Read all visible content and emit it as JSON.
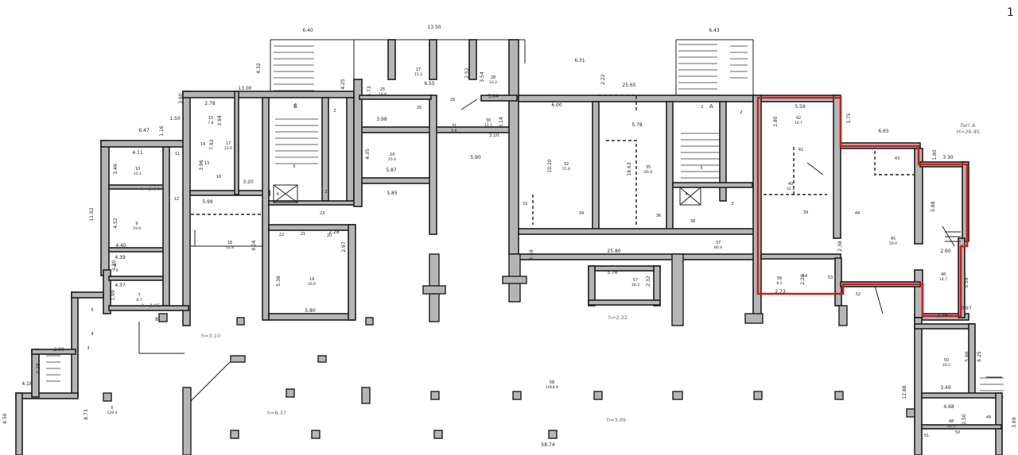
{
  "page": {
    "number": "1"
  },
  "letter_note": {
    "line1": "Лит.А",
    "line2": "H=26.45"
  },
  "stair_labels": [
    "Б",
    "А"
  ],
  "dimensions": [
    {
      "v": "6.40"
    },
    {
      "v": "13.50"
    },
    {
      "v": "6.43"
    },
    {
      "v": "6.31"
    },
    {
      "v": "25.65"
    },
    {
      "v": "4.32"
    },
    {
      "v": "4.25"
    },
    {
      "v": "2.22"
    },
    {
      "v": "5.73"
    },
    {
      "v": "6.55"
    },
    {
      "v": "2.52"
    },
    {
      "v": "3.54"
    },
    {
      "v": "3.04"
    },
    {
      "v": "3.98"
    },
    {
      "v": "3.14"
    },
    {
      "v": "3.10"
    },
    {
      "v": "5.90"
    },
    {
      "v": "6.00"
    },
    {
      "v": "5.78"
    },
    {
      "v": "13.00"
    },
    {
      "v": "3.60"
    },
    {
      "v": "2.78"
    },
    {
      "v": "3.94"
    },
    {
      "v": "1.50"
    },
    {
      "v": "1.16"
    },
    {
      "v": "6.47"
    },
    {
      "v": "4.11"
    },
    {
      "v": "3.49"
    },
    {
      "v": "7.92"
    },
    {
      "v": "3.96"
    },
    {
      "v": "3.20"
    },
    {
      "v": "5.99"
    },
    {
      "v": "4.35"
    },
    {
      "v": "5.87"
    },
    {
      "v": "5.85"
    },
    {
      "v": "10.20"
    },
    {
      "v": "18.63"
    },
    {
      "v": "5.59"
    },
    {
      "v": "2.80"
    },
    {
      "v": "3.75"
    },
    {
      "v": "6.65"
    },
    {
      "v": "1.80"
    },
    {
      "v": "3.30"
    },
    {
      "v": "11.62"
    },
    {
      "v": "4.52"
    },
    {
      "v": "4.40"
    },
    {
      "v": "1.80"
    },
    {
      "v": "4.39"
    },
    {
      "v": "1.99"
    },
    {
      "v": "4.37"
    },
    {
      "v": "9.16"
    },
    {
      "v": "2.28"
    },
    {
      "v": "2.97"
    },
    {
      "v": "5.38"
    },
    {
      "v": "5.80"
    },
    {
      "v": "2.39"
    },
    {
      "v": "25.80"
    },
    {
      "v": "5.76"
    },
    {
      "v": "2.32"
    },
    {
      "v": "2.38"
    },
    {
      "v": "5.88"
    },
    {
      "v": "2.60"
    },
    {
      "v": "5.58"
    },
    {
      "v": "2.73"
    },
    {
      "v": "2.29"
    },
    {
      "v": "0.97"
    },
    {
      "v": "2.76"
    },
    {
      "v": "2.00"
    },
    {
      "v": "3.28"
    },
    {
      "v": "4.18"
    },
    {
      "v": "4.50"
    },
    {
      "v": "8.73"
    },
    {
      "v": "6.25"
    },
    {
      "v": "5.88"
    },
    {
      "v": "3.49"
    },
    {
      "v": "12.88"
    },
    {
      "v": "4.68"
    },
    {
      "v": "2.50"
    },
    {
      "v": "3.69"
    },
    {
      "v": "58.74"
    },
    {
      "v": "8"
    }
  ],
  "heights": [
    {
      "v": "h=2.94"
    },
    {
      "v": "h=3.85"
    },
    {
      "v": "h=3.10"
    },
    {
      "v": "h=6.37"
    },
    {
      "v": "h=2.22"
    },
    {
      "v": "h=3.09"
    }
  ],
  "rooms": [
    {
      "n": "27",
      "a": "15.3"
    },
    {
      "n": "28",
      "a": "10.2"
    },
    {
      "n": "25",
      "a": "18.8"
    },
    {
      "n": "26",
      "a": ""
    },
    {
      "n": "29",
      "a": ""
    },
    {
      "n": "31",
      "a": "5.6"
    },
    {
      "n": "30",
      "a": "15.1"
    },
    {
      "n": "1",
      "a": ""
    },
    {
      "n": "2",
      "a": ""
    },
    {
      "n": "15",
      "a": "7.8"
    },
    {
      "n": "17",
      "a": "22.0"
    },
    {
      "n": "14",
      "a": ""
    },
    {
      "n": "13",
      "a": ""
    },
    {
      "n": "16",
      "a": ""
    },
    {
      "n": "11",
      "a": ""
    },
    {
      "n": "10",
      "a": "15.1"
    },
    {
      "n": "12",
      "a": ""
    },
    {
      "n": "5",
      "a": ""
    },
    {
      "n": "4",
      "a": ""
    },
    {
      "n": "3",
      "a": ""
    },
    {
      "n": "24",
      "a": "25.4"
    },
    {
      "n": "9",
      "a": "19.9"
    },
    {
      "n": "8",
      "a": "7.9"
    },
    {
      "n": "7",
      "a": "8.7"
    },
    {
      "n": "18",
      "a": "52.8"
    },
    {
      "n": "23",
      "a": ""
    },
    {
      "n": "22",
      "a": ""
    },
    {
      "n": "21",
      "a": ""
    },
    {
      "n": "20",
      "a": ""
    },
    {
      "n": "19",
      "a": "26.0"
    },
    {
      "n": "32",
      "a": "55.8"
    },
    {
      "n": "33",
      "a": ""
    },
    {
      "n": "34",
      "a": ""
    },
    {
      "n": "35",
      "a": "80.8"
    },
    {
      "n": "36",
      "a": ""
    },
    {
      "n": "37",
      "a": "80.4"
    },
    {
      "n": "38",
      "a": ""
    },
    {
      "n": "1",
      "a": ""
    },
    {
      "n": "2",
      "a": ""
    },
    {
      "n": "5",
      "a": ""
    },
    {
      "n": "4",
      "a": ""
    },
    {
      "n": "3",
      "a": ""
    },
    {
      "n": "42",
      "a": "14.7"
    },
    {
      "n": "41",
      "a": ""
    },
    {
      "n": "40",
      "a": "32.3"
    },
    {
      "n": "39",
      "a": ""
    },
    {
      "n": "43",
      "a": ""
    },
    {
      "n": "44",
      "a": ""
    },
    {
      "n": "45",
      "a": "59.0"
    },
    {
      "n": "46",
      "a": "14.7"
    },
    {
      "n": "56",
      "a": "8.1"
    },
    {
      "n": "54",
      "a": ""
    },
    {
      "n": "53",
      "a": ""
    },
    {
      "n": "52",
      "a": ""
    },
    {
      "n": "57",
      "a": "18.3"
    },
    {
      "n": "58",
      "a": "1064.9"
    },
    {
      "n": "6",
      "a": "129.4"
    },
    {
      "n": "5",
      "a": ""
    },
    {
      "n": "4",
      "a": ""
    },
    {
      "n": "3",
      "a": ""
    },
    {
      "n": "50",
      "a": "20.2"
    },
    {
      "n": "48",
      "a": "10.5"
    },
    {
      "n": "49",
      "a": ""
    },
    {
      "n": "51",
      "a": ""
    },
    {
      "n": "50",
      "a": ""
    }
  ],
  "colors": {
    "wall_fill": "#b5b5b5",
    "line": "#1e1e1e",
    "highlight": "#d11a1a"
  }
}
